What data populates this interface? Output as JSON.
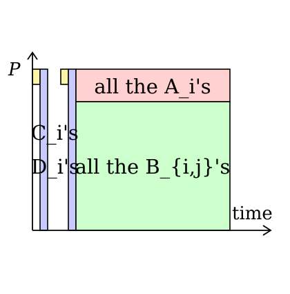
{
  "axes": {
    "y_label": "P",
    "x_label": "time"
  },
  "regions": {
    "a_label": "all the A_i's",
    "b_label": "all the B_{i,j}'s",
    "c_label": "C_i's",
    "d_label": "D_i's"
  },
  "colors": {
    "yellow": "#faf5a8",
    "blue": "#c9caff",
    "pink": "#ffd1d1",
    "green": "#ccffcc",
    "stroke": "#000000"
  }
}
